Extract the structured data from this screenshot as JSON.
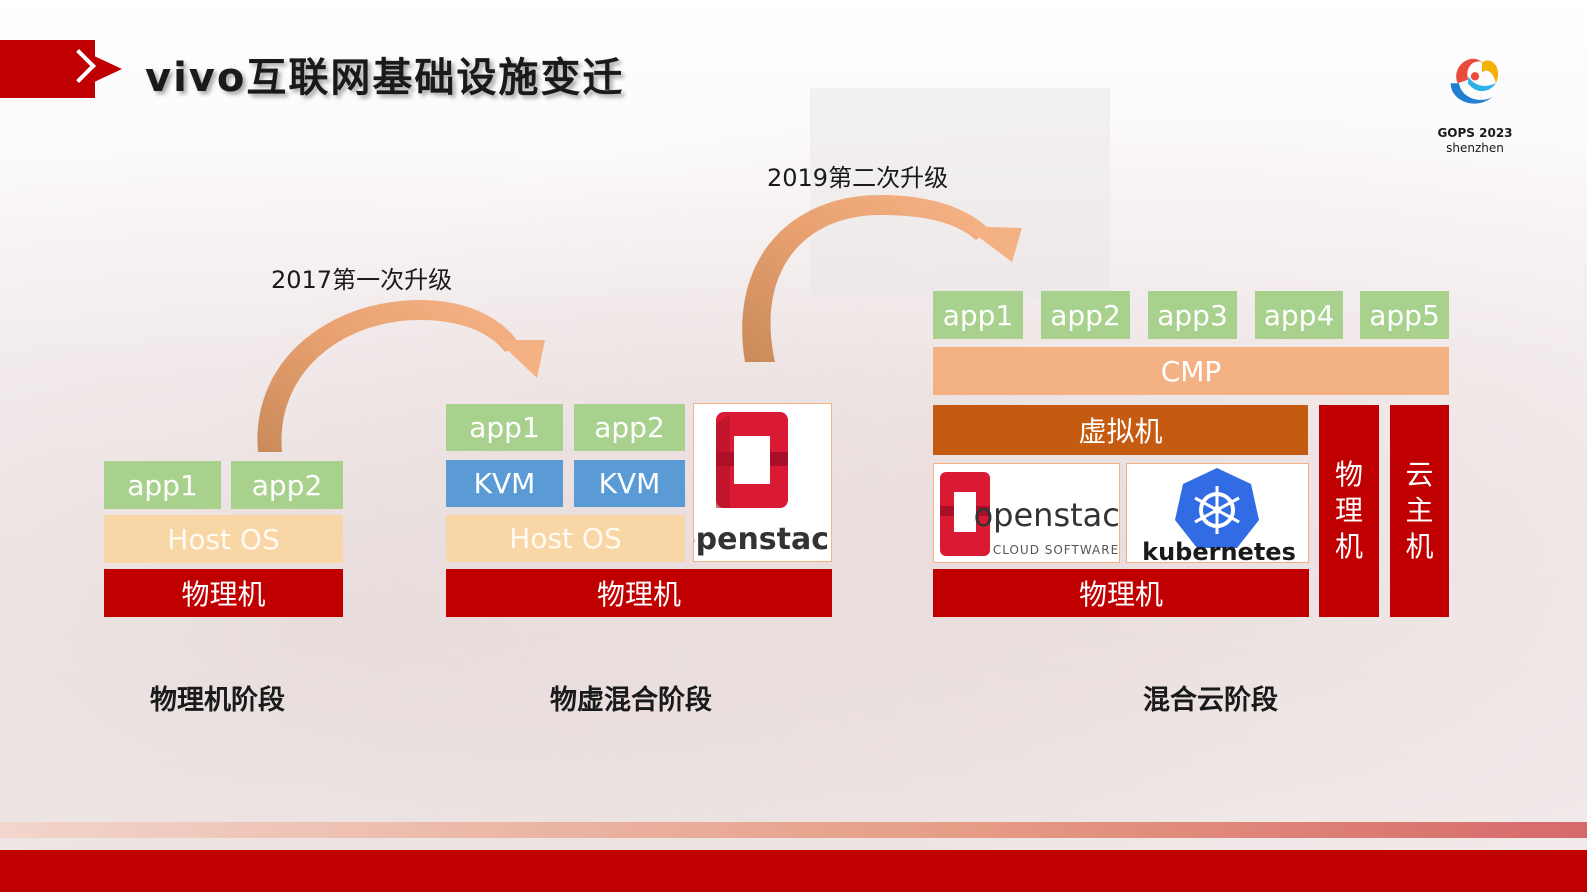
{
  "title": "vivo互联网基础设施变迁",
  "logo": {
    "line1": "GOPS 2023",
    "line2": "shenzhen"
  },
  "arrows": [
    {
      "label": "2017第一次升级"
    },
    {
      "label": "2019第二次升级"
    }
  ],
  "stage1": {
    "apps": [
      "app1",
      "app2"
    ],
    "host_os": "Host OS",
    "physical": "物理机",
    "label": "物理机阶段"
  },
  "stage2": {
    "apps": [
      "app1",
      "app2"
    ],
    "kvm": [
      "KVM",
      "KVM"
    ],
    "host_os": "Host OS",
    "physical": "物理机",
    "openstack_logo": "openstack",
    "label": "物虚混合阶段"
  },
  "stage3": {
    "apps": [
      "app1",
      "app2",
      "app3",
      "app4",
      "app5"
    ],
    "cmp": "CMP",
    "vm": "虚拟机",
    "openstack_logo": "openstack",
    "openstack_sub": "CLOUD SOFTWARE",
    "kubernetes_logo": "kubernetes",
    "physical": "物理机",
    "side_physical": "物理机",
    "side_cloud": "云主机",
    "label": "混合云阶段"
  },
  "colors": {
    "red": "#c00000",
    "green": "#a9d18e",
    "tan": "#f9d6a6",
    "blue": "#5b9bd5",
    "salmon": "#f4b183",
    "orange": "#c55a11"
  }
}
